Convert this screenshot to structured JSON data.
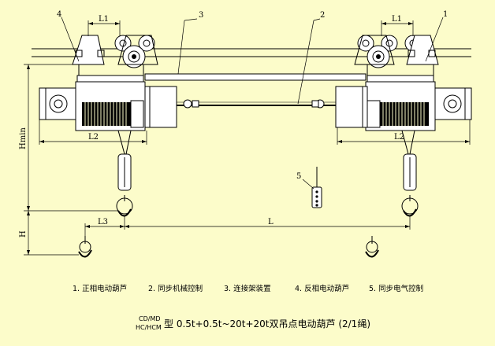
{
  "dimensions": {
    "l1_left": "L1",
    "l1_right": "L1",
    "l2_left": "L2",
    "l2_right": "L2",
    "l3": "L3",
    "l": "L",
    "hmin": "Hmin",
    "h": "H"
  },
  "callouts": {
    "c1": "1",
    "c2": "2",
    "c3": "3",
    "c4": "4",
    "c5": "5"
  },
  "legend": {
    "items": [
      "1. 正相电动葫芦",
      "2. 同步机械控制",
      "3. 连接架装置",
      "4. 反相电动葫芦",
      "5. 同步电气控制"
    ]
  },
  "title": {
    "model_top": "CD/MD",
    "model_bottom": "HC/HCM",
    "text": "型 0.5t+0.5t~20t+20t双吊点电动葫芦 (2/1绳)"
  }
}
